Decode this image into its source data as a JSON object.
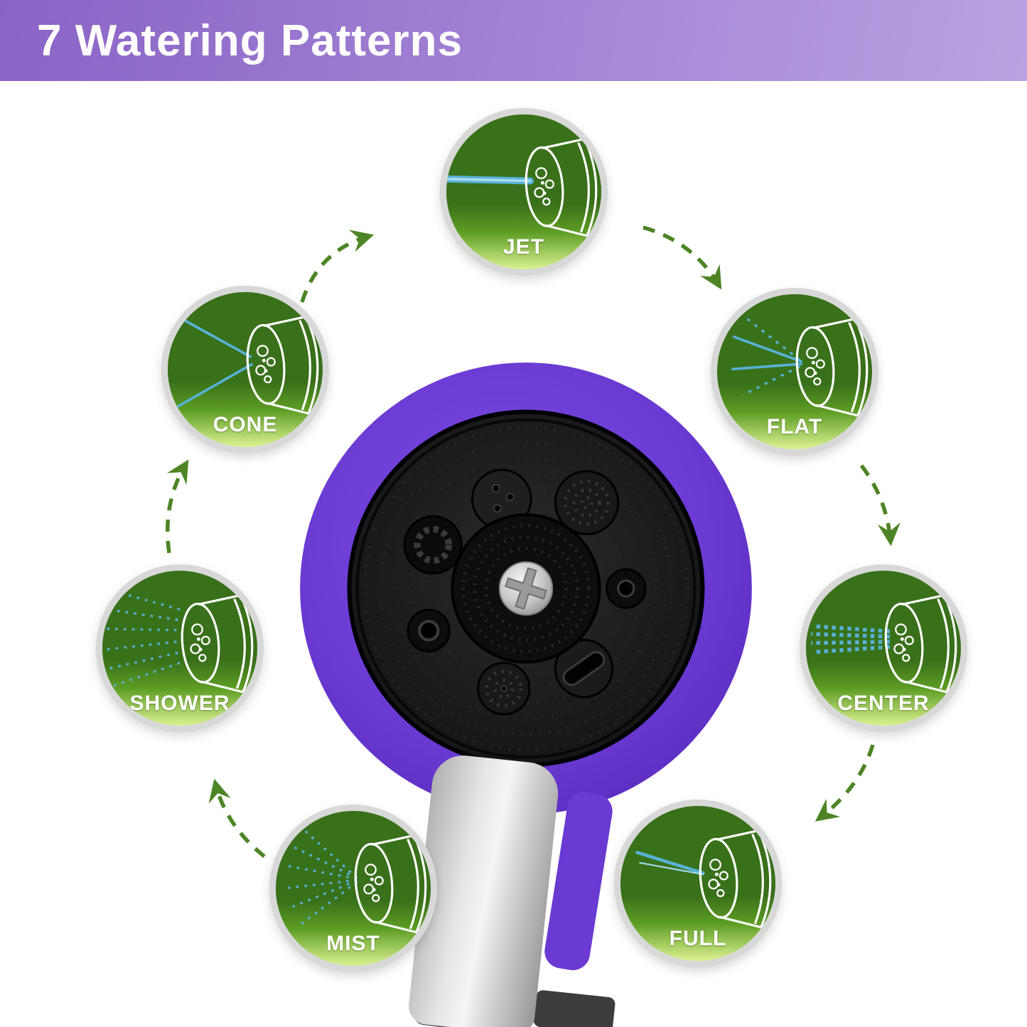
{
  "header": {
    "title": "7 Watering Patterns"
  },
  "patterns": [
    {
      "id": "jet",
      "label": "JET"
    },
    {
      "id": "flat",
      "label": "FLAT"
    },
    {
      "id": "center",
      "label": "CENTER"
    },
    {
      "id": "full",
      "label": "FULL"
    },
    {
      "id": "mist",
      "label": "MIST"
    },
    {
      "id": "shower",
      "label": "SHOWER"
    },
    {
      "id": "cone",
      "label": "CONE"
    }
  ],
  "colors": {
    "banner-start": "#8a63c6",
    "banner-end": "#b9a2e2",
    "badge-ring": "#d8d8d8",
    "badge-green-dark": "#39701a",
    "badge-green-mid": "#5d9d24",
    "badge-green-light": "#dcf292",
    "spray-blue": "#57b2d6",
    "arrow-green": "#4d8526",
    "head-purple": "#6a3ad2"
  }
}
